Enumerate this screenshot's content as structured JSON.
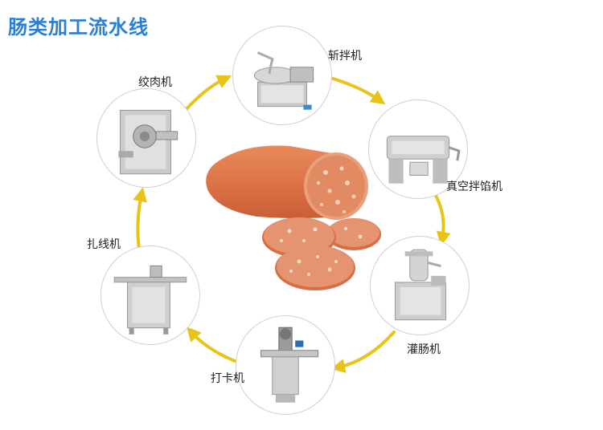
{
  "title": "肠类加工流水线",
  "center_image": "sausage-slices",
  "arrow_color": "#e8c31a",
  "machines": [
    {
      "id": "chopper",
      "label": "斩拌机",
      "icon": "bowl-chopper-icon"
    },
    {
      "id": "vacuum-mixer",
      "label": "真空拌馅机",
      "icon": "vacuum-mixer-icon"
    },
    {
      "id": "stuffer",
      "label": "灌肠机",
      "icon": "sausage-stuffer-icon"
    },
    {
      "id": "clipper",
      "label": "打卡机",
      "icon": "clipping-machine-icon"
    },
    {
      "id": "tying",
      "label": "扎线机",
      "icon": "tying-machine-icon"
    },
    {
      "id": "grinder",
      "label": "绞肉机",
      "icon": "meat-grinder-icon"
    }
  ]
}
